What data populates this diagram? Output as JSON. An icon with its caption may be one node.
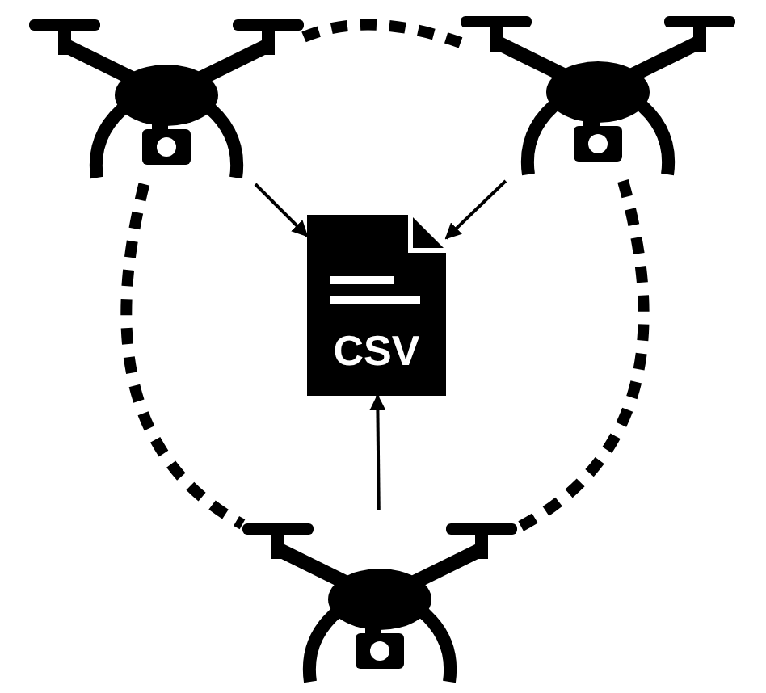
{
  "diagram": {
    "nodes": [
      {
        "text": [],
        "shape": "drone"
      },
      {
        "text": [],
        "shape": "drone"
      },
      {
        "text": [
          "CSV"
        ]
      },
      {
        "text": [],
        "shape": "drone"
      }
    ],
    "edges": [
      {
        "from": 0,
        "to": 2,
        "arrow": "to"
      },
      {
        "from": 1,
        "to": 2,
        "arrow": "to"
      },
      {
        "from": 3,
        "to": 2,
        "arrow": "to"
      },
      {
        "from": 0,
        "to": 1,
        "arrow": "none",
        "style": "dashed"
      },
      {
        "from": 0,
        "to": 3,
        "arrow": "none",
        "style": "dashed"
      },
      {
        "from": 1,
        "to": 3,
        "arrow": "none",
        "style": "dashed"
      }
    ]
  }
}
